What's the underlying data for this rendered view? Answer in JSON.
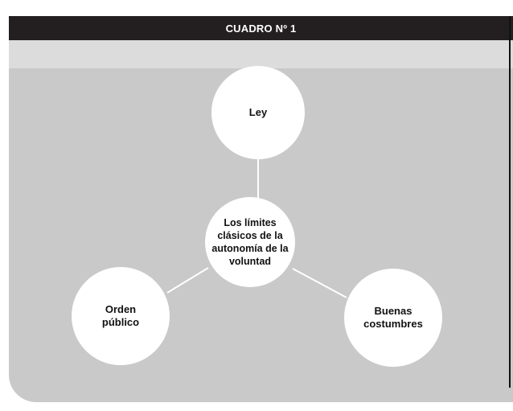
{
  "header": {
    "title": "CUADRO Nº 1"
  },
  "diagram": {
    "center": {
      "lines": [
        "Los límites",
        "clásicos de la",
        "autonomía de la",
        "voluntad"
      ]
    },
    "nodes": {
      "top": {
        "lines": [
          "Ley"
        ]
      },
      "left": {
        "lines": [
          "Orden",
          "público"
        ]
      },
      "right": {
        "lines": [
          "Buenas",
          "costumbres"
        ]
      }
    },
    "colors": {
      "header_bg": "#231f20",
      "panel_bg": "#c9c9c9",
      "stripe_bg": "#dcdcdc",
      "node_fill": "#ffffff",
      "connector": "#ffffff"
    }
  }
}
